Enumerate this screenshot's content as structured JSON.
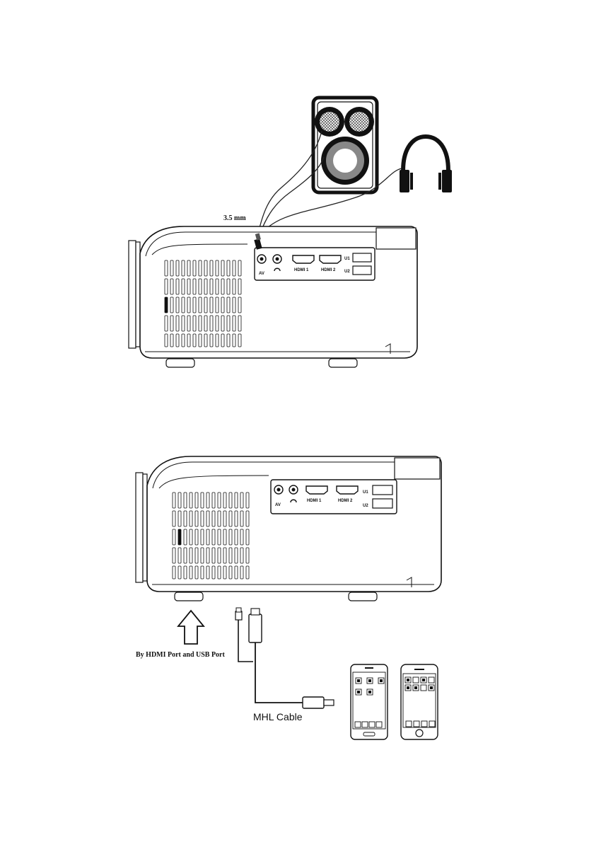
{
  "figure1": {
    "cable_label": "3.5 mm",
    "ports": {
      "av": "AV",
      "hdmi1": "HDMI 1",
      "hdmi2": "HDMI 2",
      "u1": "U1",
      "u2": "U2"
    }
  },
  "figure2": {
    "ports": {
      "av": "AV",
      "hdmi1": "HDMI 1",
      "hdmi2": "HDMI 2",
      "u1": "U1",
      "u2": "U2"
    },
    "arrow_caption": "By HDMI Port and USB Port",
    "cable_caption": "MHL Cable"
  },
  "colors": {
    "stroke": "#111111",
    "fill": "#ffffff",
    "grey": "#888888"
  },
  "icons": [
    "speaker-icon",
    "headphones-icon",
    "projector-icon",
    "phone-icon",
    "arrow-up-icon"
  ]
}
